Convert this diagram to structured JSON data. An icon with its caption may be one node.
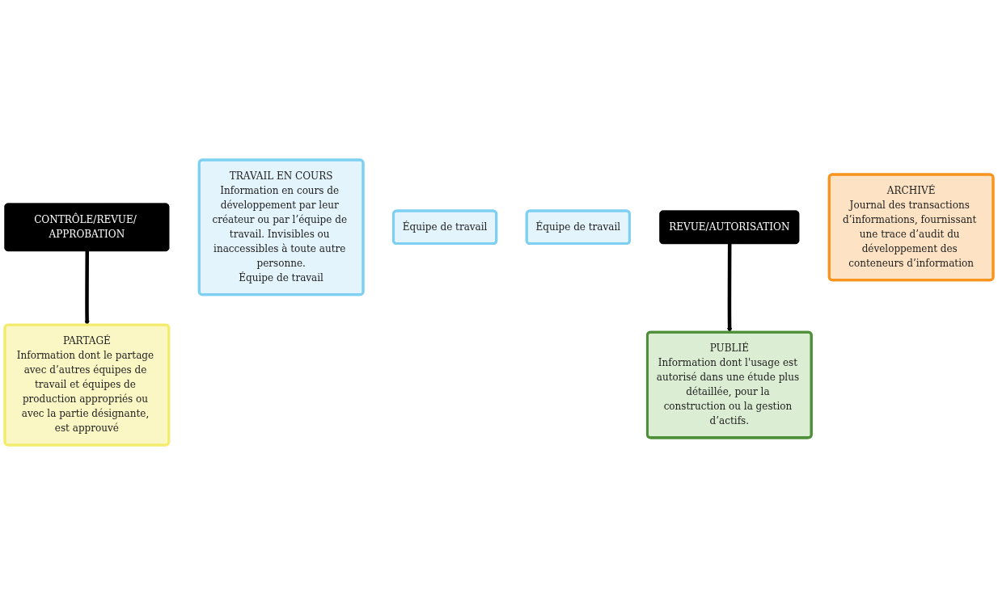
{
  "diagram": {
    "nodes": [
      {
        "text": [
          "PARTAGÉ",
          "Information dont le partage avec d’autres équipes de travail et équipes de production appropriés ou avec la partie désignante, est approuvé"
        ]
      },
      {
        "text": [
          "CONTRÔLE/REVUE/ APPROBATION"
        ]
      },
      {
        "text": [
          "TRAVAIL EN COURS",
          "Information en cours de développement par leur créateur ou par l’équipe de travail. Invisibles ou inaccessibles à toute autre personne.",
          "Équipe de travail"
        ]
      },
      {
        "text": [
          "Équipe de travail"
        ]
      },
      {
        "text": [
          "Équipe de travail"
        ]
      },
      {
        "text": [
          "REVUE/AUTORISATION"
        ]
      },
      {
        "text": [
          "PUBLIÉ",
          "Information dont l'usage est autorisé dans une étude plus détaillée, pour la construction ou la gestion d’actifs."
        ]
      },
      {
        "text": [
          "ARCHIVÉ",
          "Journal des transactions d’informations, fournissant une trace d’audit du développement des conteneurs d’information"
        ]
      }
    ],
    "edges": [
      {
        "from": 1,
        "to": 0,
        "arrow": "to"
      },
      {
        "from": 5,
        "to": 6,
        "arrow": "to"
      }
    ]
  }
}
